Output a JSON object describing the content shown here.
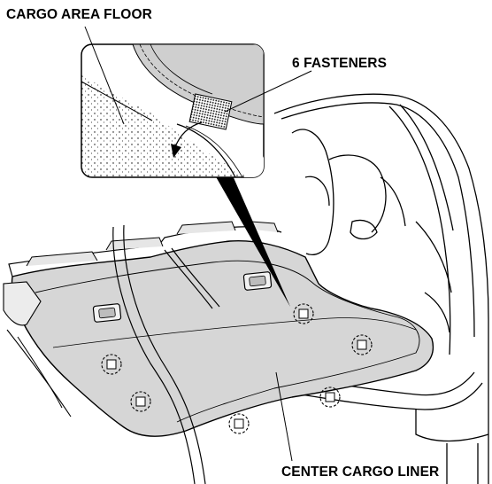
{
  "labels": {
    "cargo_area_floor": "CARGO AREA FLOOR",
    "fasteners": "6 FASTENERS",
    "center_cargo_liner": "CENTER CARGO LINER"
  },
  "colors": {
    "liner_fill": "#d6d6d6",
    "detail_fill": "#cfcfcf",
    "line": "#000000",
    "background": "#ffffff"
  },
  "icons": [
    "fastener-clip-icon",
    "curved-arrow-icon"
  ]
}
